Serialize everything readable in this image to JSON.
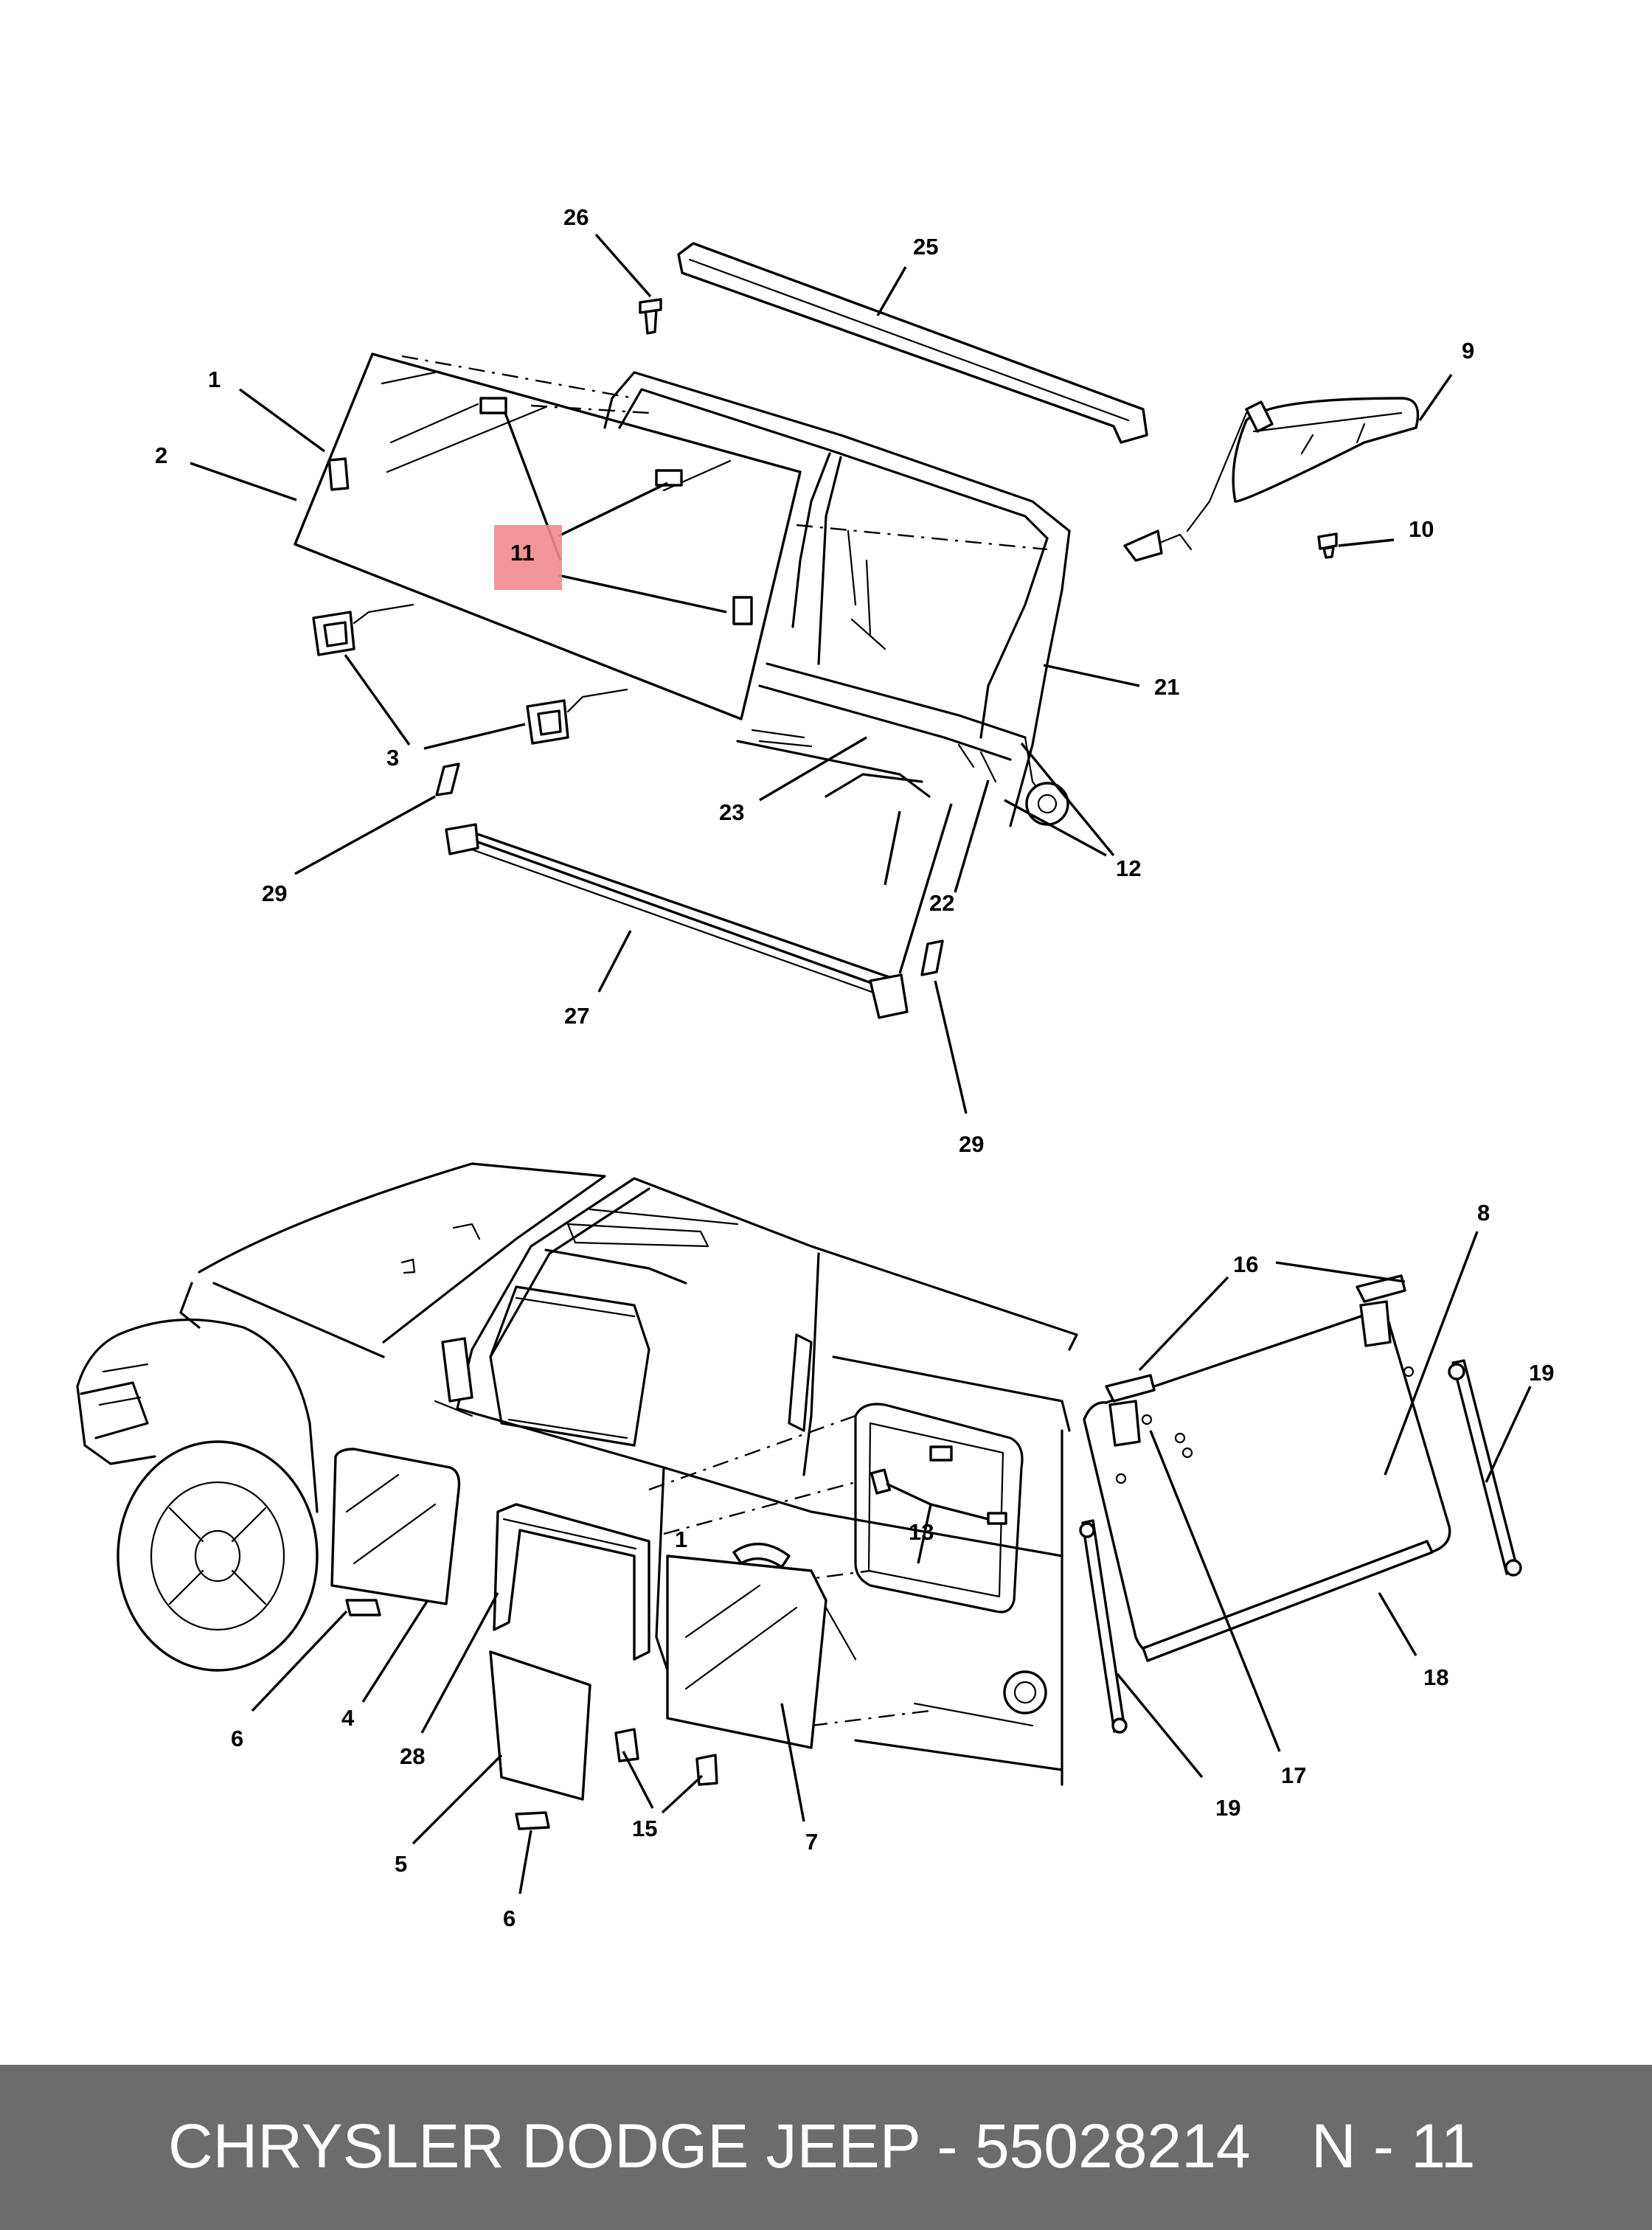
{
  "diagram": {
    "callouts": {
      "c1a": "1",
      "c2": "2",
      "c3": "3",
      "c29a": "29",
      "c27": "27",
      "c29b": "29",
      "c26": "26",
      "c25": "25",
      "c9": "9",
      "c10": "10",
      "c21": "21",
      "c12": "12",
      "c22": "22",
      "c23": "23",
      "c11": "11",
      "c8": "8",
      "c16": "16",
      "c19a": "19",
      "c1b": "1",
      "c13": "13",
      "c18": "18",
      "c6a": "6",
      "c4": "4",
      "c28": "28",
      "c5": "5",
      "c6b": "6",
      "c15": "15",
      "c7": "7",
      "c19b": "19",
      "c17": "17"
    },
    "highlight_color": "#f08a8d"
  },
  "footer": {
    "title": "CHRYSLER DODGE JEEP - 55028214",
    "reference": "N - 11",
    "background": "#6c6c6c"
  }
}
